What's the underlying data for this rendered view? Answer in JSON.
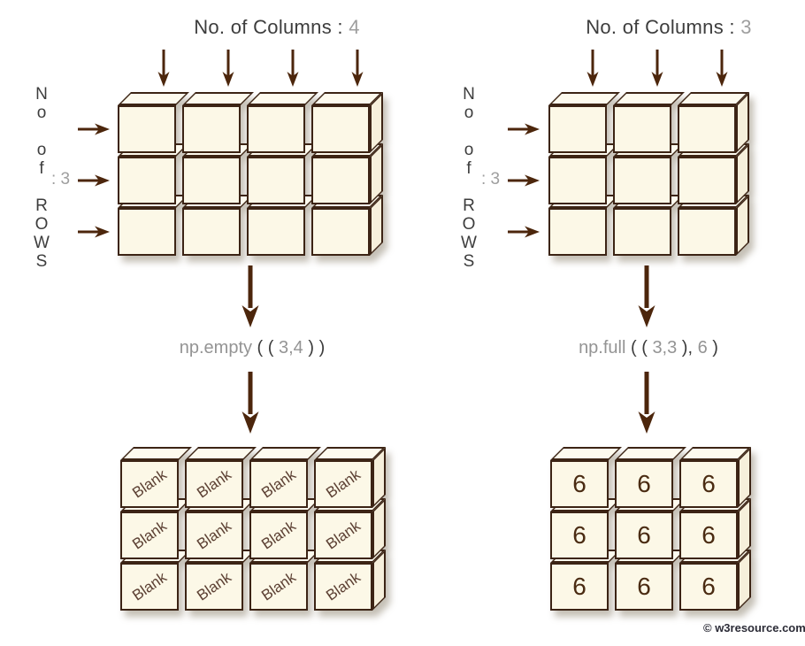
{
  "left": {
    "columns_title": {
      "label": "No. of Columns :",
      "value": "4"
    },
    "rows_label_vertical": "N\no\n\no\nf\n\nR\nO\nW\nS",
    "rows_value": ": 3",
    "input_grid": {
      "rows": 3,
      "cols": 4,
      "cell": "",
      "cell_style": ""
    },
    "formula": {
      "fn": "np.empty",
      "open": " ( ( ",
      "args": "3,4",
      "close": " ) )"
    },
    "result_grid": {
      "rows": 3,
      "cols": 4,
      "cell": "Blank",
      "cell_style": "tilted"
    }
  },
  "right": {
    "columns_title": {
      "label": "No. of Columns :",
      "value": "3"
    },
    "rows_label_vertical": "N\no\n\no\nf\n\nR\nO\nW\nS",
    "rows_value": ": 3",
    "input_grid": {
      "rows": 3,
      "cols": 3,
      "cell": "",
      "cell_style": ""
    },
    "formula": {
      "fn": "np.full",
      "open": " ( ( ",
      "args": "3,3",
      "mid": " ), ",
      "fill": "6",
      "close": " )"
    },
    "result_grid": {
      "rows": 3,
      "cols": 3,
      "cell": "6",
      "cell_style": "upright"
    }
  },
  "footer": {
    "credit": "© w3resource.com"
  },
  "colors": {
    "cube_fill": "#FCF8E7",
    "cube_edge": "#3C2415",
    "arrow": "#4C260C",
    "text_dark": "#3D3D3D",
    "text_gray": "#9E9E9E",
    "blank_text": "#5C4033",
    "fill_value_text": "#4A2B12"
  }
}
